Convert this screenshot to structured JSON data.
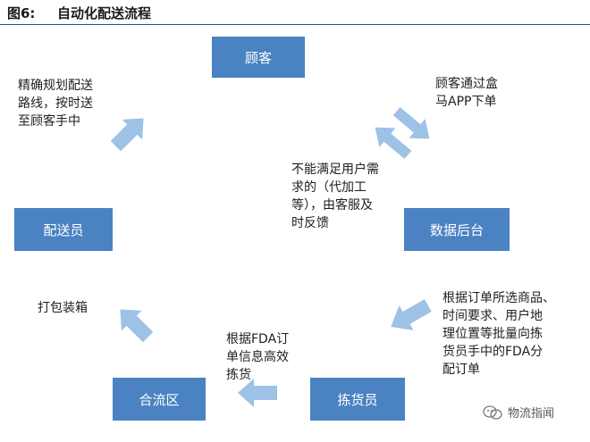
{
  "header": {
    "figure_label": "图6:",
    "figure_title": "自动化配送流程"
  },
  "nodes": {
    "customer": "顾客",
    "backend": "数据后台",
    "picker": "拣货员",
    "merge_area": "合流区",
    "courier": "配送员"
  },
  "notes": {
    "order": "顾客通过盒\n马APP下单",
    "unmet": "不能满足用户需\n求的（代加工\n等），由客服及\n时反馈",
    "assign": "根据订单所选商品、\n时间要求、用户地\n理位置等批量向拣\n货员手中的FDA分\n配订单",
    "pick": "根据FDA订\n单信息高效\n拣货",
    "pack": "打包装箱",
    "deliver": "精确规划配送\n路线，按时送\n至顾客手中"
  },
  "colors": {
    "box_fill": "#4a82c2",
    "arrow_fill": "#9ec1e6",
    "header_rule": "#2b4d8c"
  },
  "watermark": {
    "icon": "wechat-icon",
    "text": "物流指闻"
  }
}
